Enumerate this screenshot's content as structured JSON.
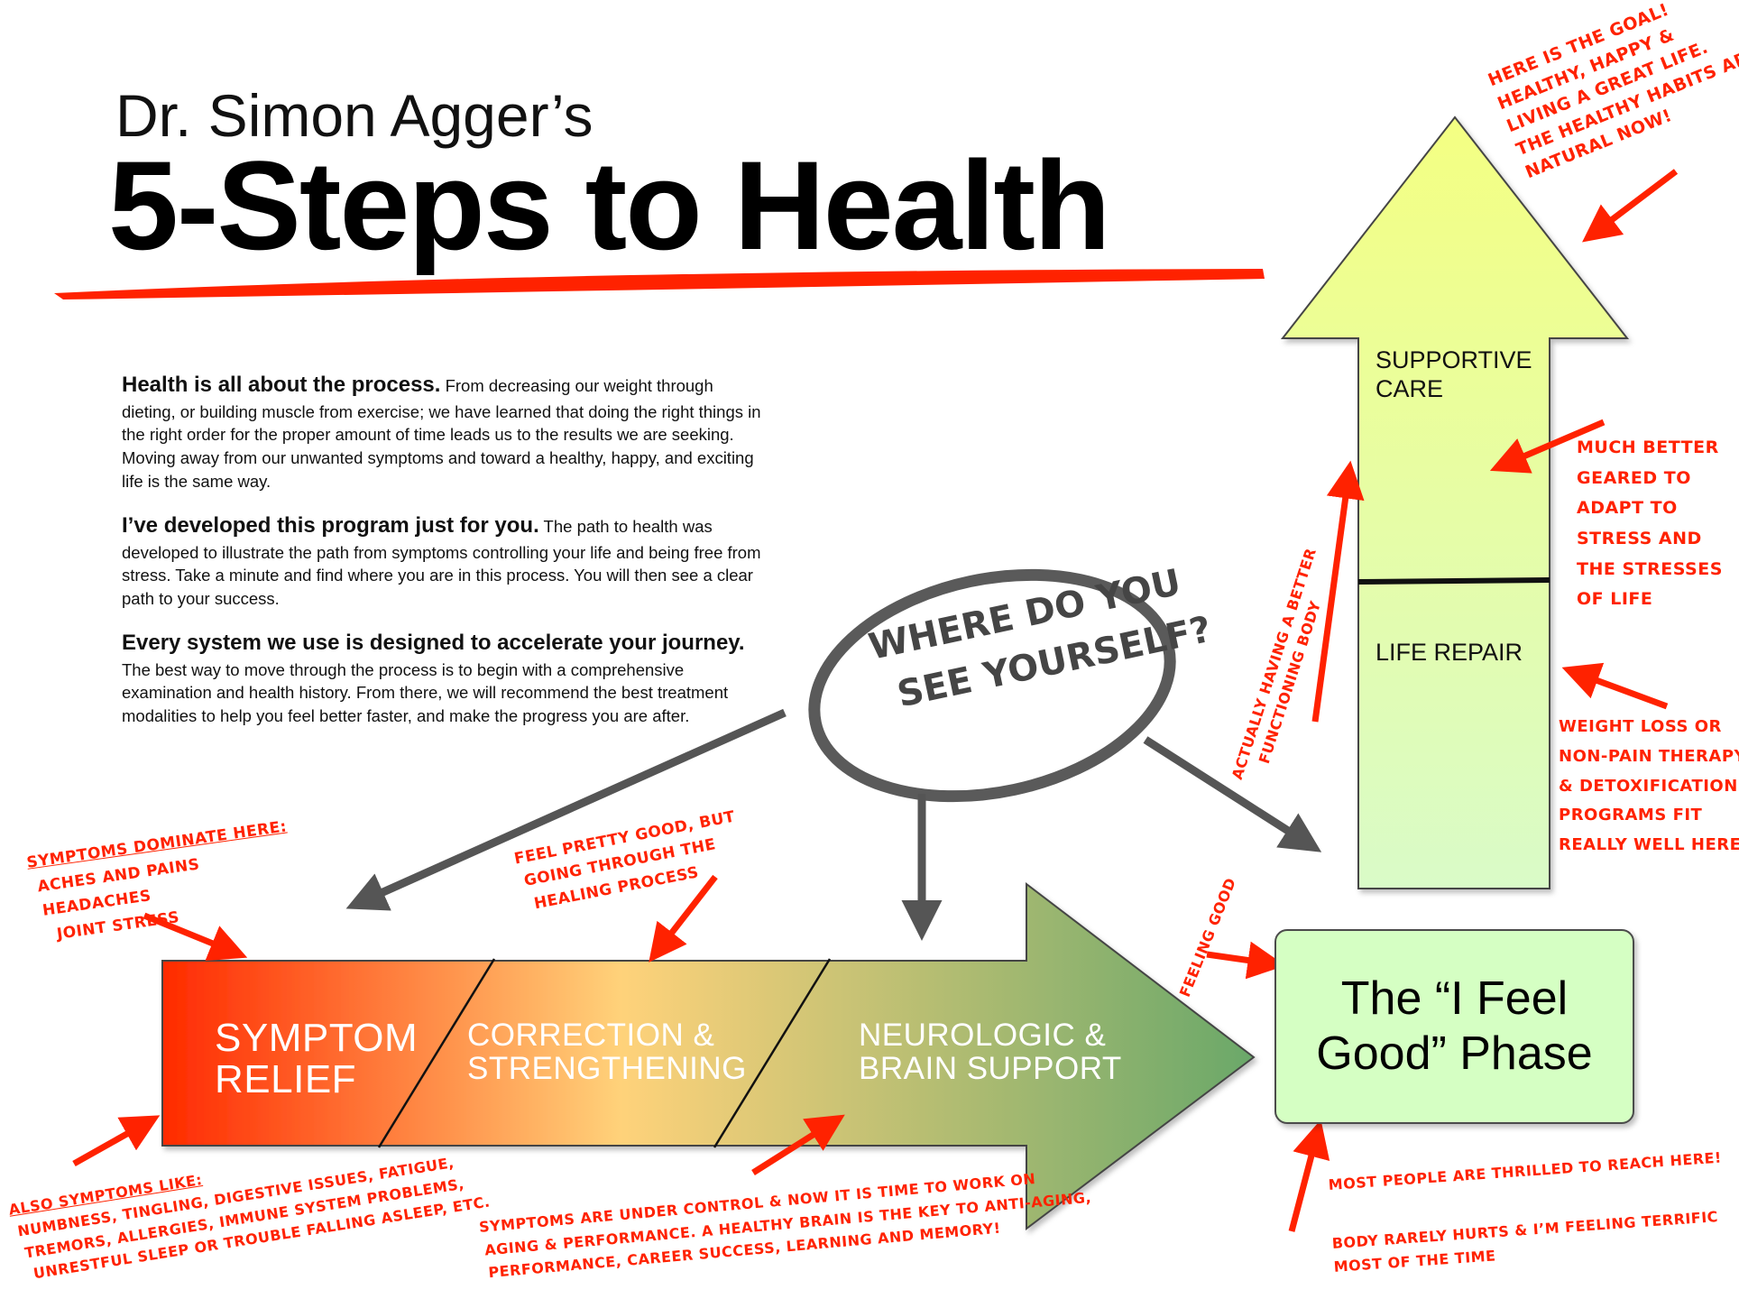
{
  "title": {
    "line1": "Dr. Simon Agger’s",
    "line2": "5-Steps to Health"
  },
  "intro": [
    {
      "lead": "Health is all about the process.",
      "text": " From decreasing our weight through dieting, or building muscle from exercise; we have learned that doing the right things in the right order for the proper amount of time leads us to the results we are seeking. Moving away from our unwanted symptoms and toward a healthy, happy, and exciting life is the same way."
    },
    {
      "lead": "I’ve developed this program just for you.",
      "text": " The path to health was developed to illustrate the path from symptoms controlling your life and being free from stress. Take a minute and find where you are in this process. You will then see a clear path to your success."
    },
    {
      "lead": "Every system we use is designed to accelerate your journey.",
      "text": " The best way to move through the process is to begin with a comprehensive examination and health history. From there, we will recommend the best treatment modalities to help you feel better faster, and make the progress you are after."
    }
  ],
  "stages": {
    "symptom_relief": [
      "SYMPTOM",
      "RELIEF"
    ],
    "correction": [
      "CORRECTION &",
      "STRENGTHENING"
    ],
    "neurologic": [
      "NEUROLOGIC &",
      "BRAIN SUPPORT"
    ]
  },
  "goal_box": [
    "The “I Feel",
    "Good” Phase"
  ],
  "column": {
    "supportive": [
      "SUPPORTIVE",
      "CARE"
    ],
    "life_repair": "LIFE REPAIR"
  },
  "bubble": [
    "Where Do You",
    "See Yourself?"
  ],
  "notes": {
    "goal": [
      "Here is the goal!",
      "Healthy, Happy &",
      "Living a Great Life.",
      "The healthy habits are",
      "natural now!"
    ],
    "supportive": [
      "Much better",
      "geared to",
      "adapt to",
      "stress and",
      "the stresses",
      "of life"
    ],
    "life_repair": [
      "Weight Loss or",
      "Non-Pain Therapy",
      "& Detoxification",
      "Programs fit",
      "really well here!"
    ],
    "better_body": [
      "Actually having a better",
      "functioning body"
    ],
    "feeling_good": "Feeling good",
    "symptoms_dominate": {
      "heading": "Symptoms dominate here:",
      "lines": [
        "Aches and Pains",
        "Headaches",
        "Joint Stress"
      ]
    },
    "also_symptoms": {
      "heading": "Also symptoms like:",
      "lines": [
        "Numbness, tingling, digestive issues, fatigue,",
        "tremors, allergies, immune system problems,",
        "unrestful sleep or trouble falling asleep, etc."
      ]
    },
    "feel_pretty_good": [
      "Feel pretty good, but",
      "going through the",
      "healing process"
    ],
    "under_control": [
      "Symptoms are under control & now it is time to work on",
      "aging & Performance. A healthy brain is the key to anti-aging,",
      "performance, career success, learning and memory!"
    ],
    "thrilled": "Most people are thrilled to reach here!",
    "rarely_hurts": [
      "Body rarely hurts & I’m feeling terrific",
      "most of the time"
    ]
  },
  "colors": {
    "accent_red": "#ff2200",
    "arrow_start": "#ff2a00",
    "arrow_mid": "#ffd27a",
    "arrow_end": "#6aa86a",
    "column_top": "#f4ff82",
    "column_bottom": "#d9fbc8",
    "goal_box": "#d5ffc3",
    "pointer_gray": "#555555"
  }
}
